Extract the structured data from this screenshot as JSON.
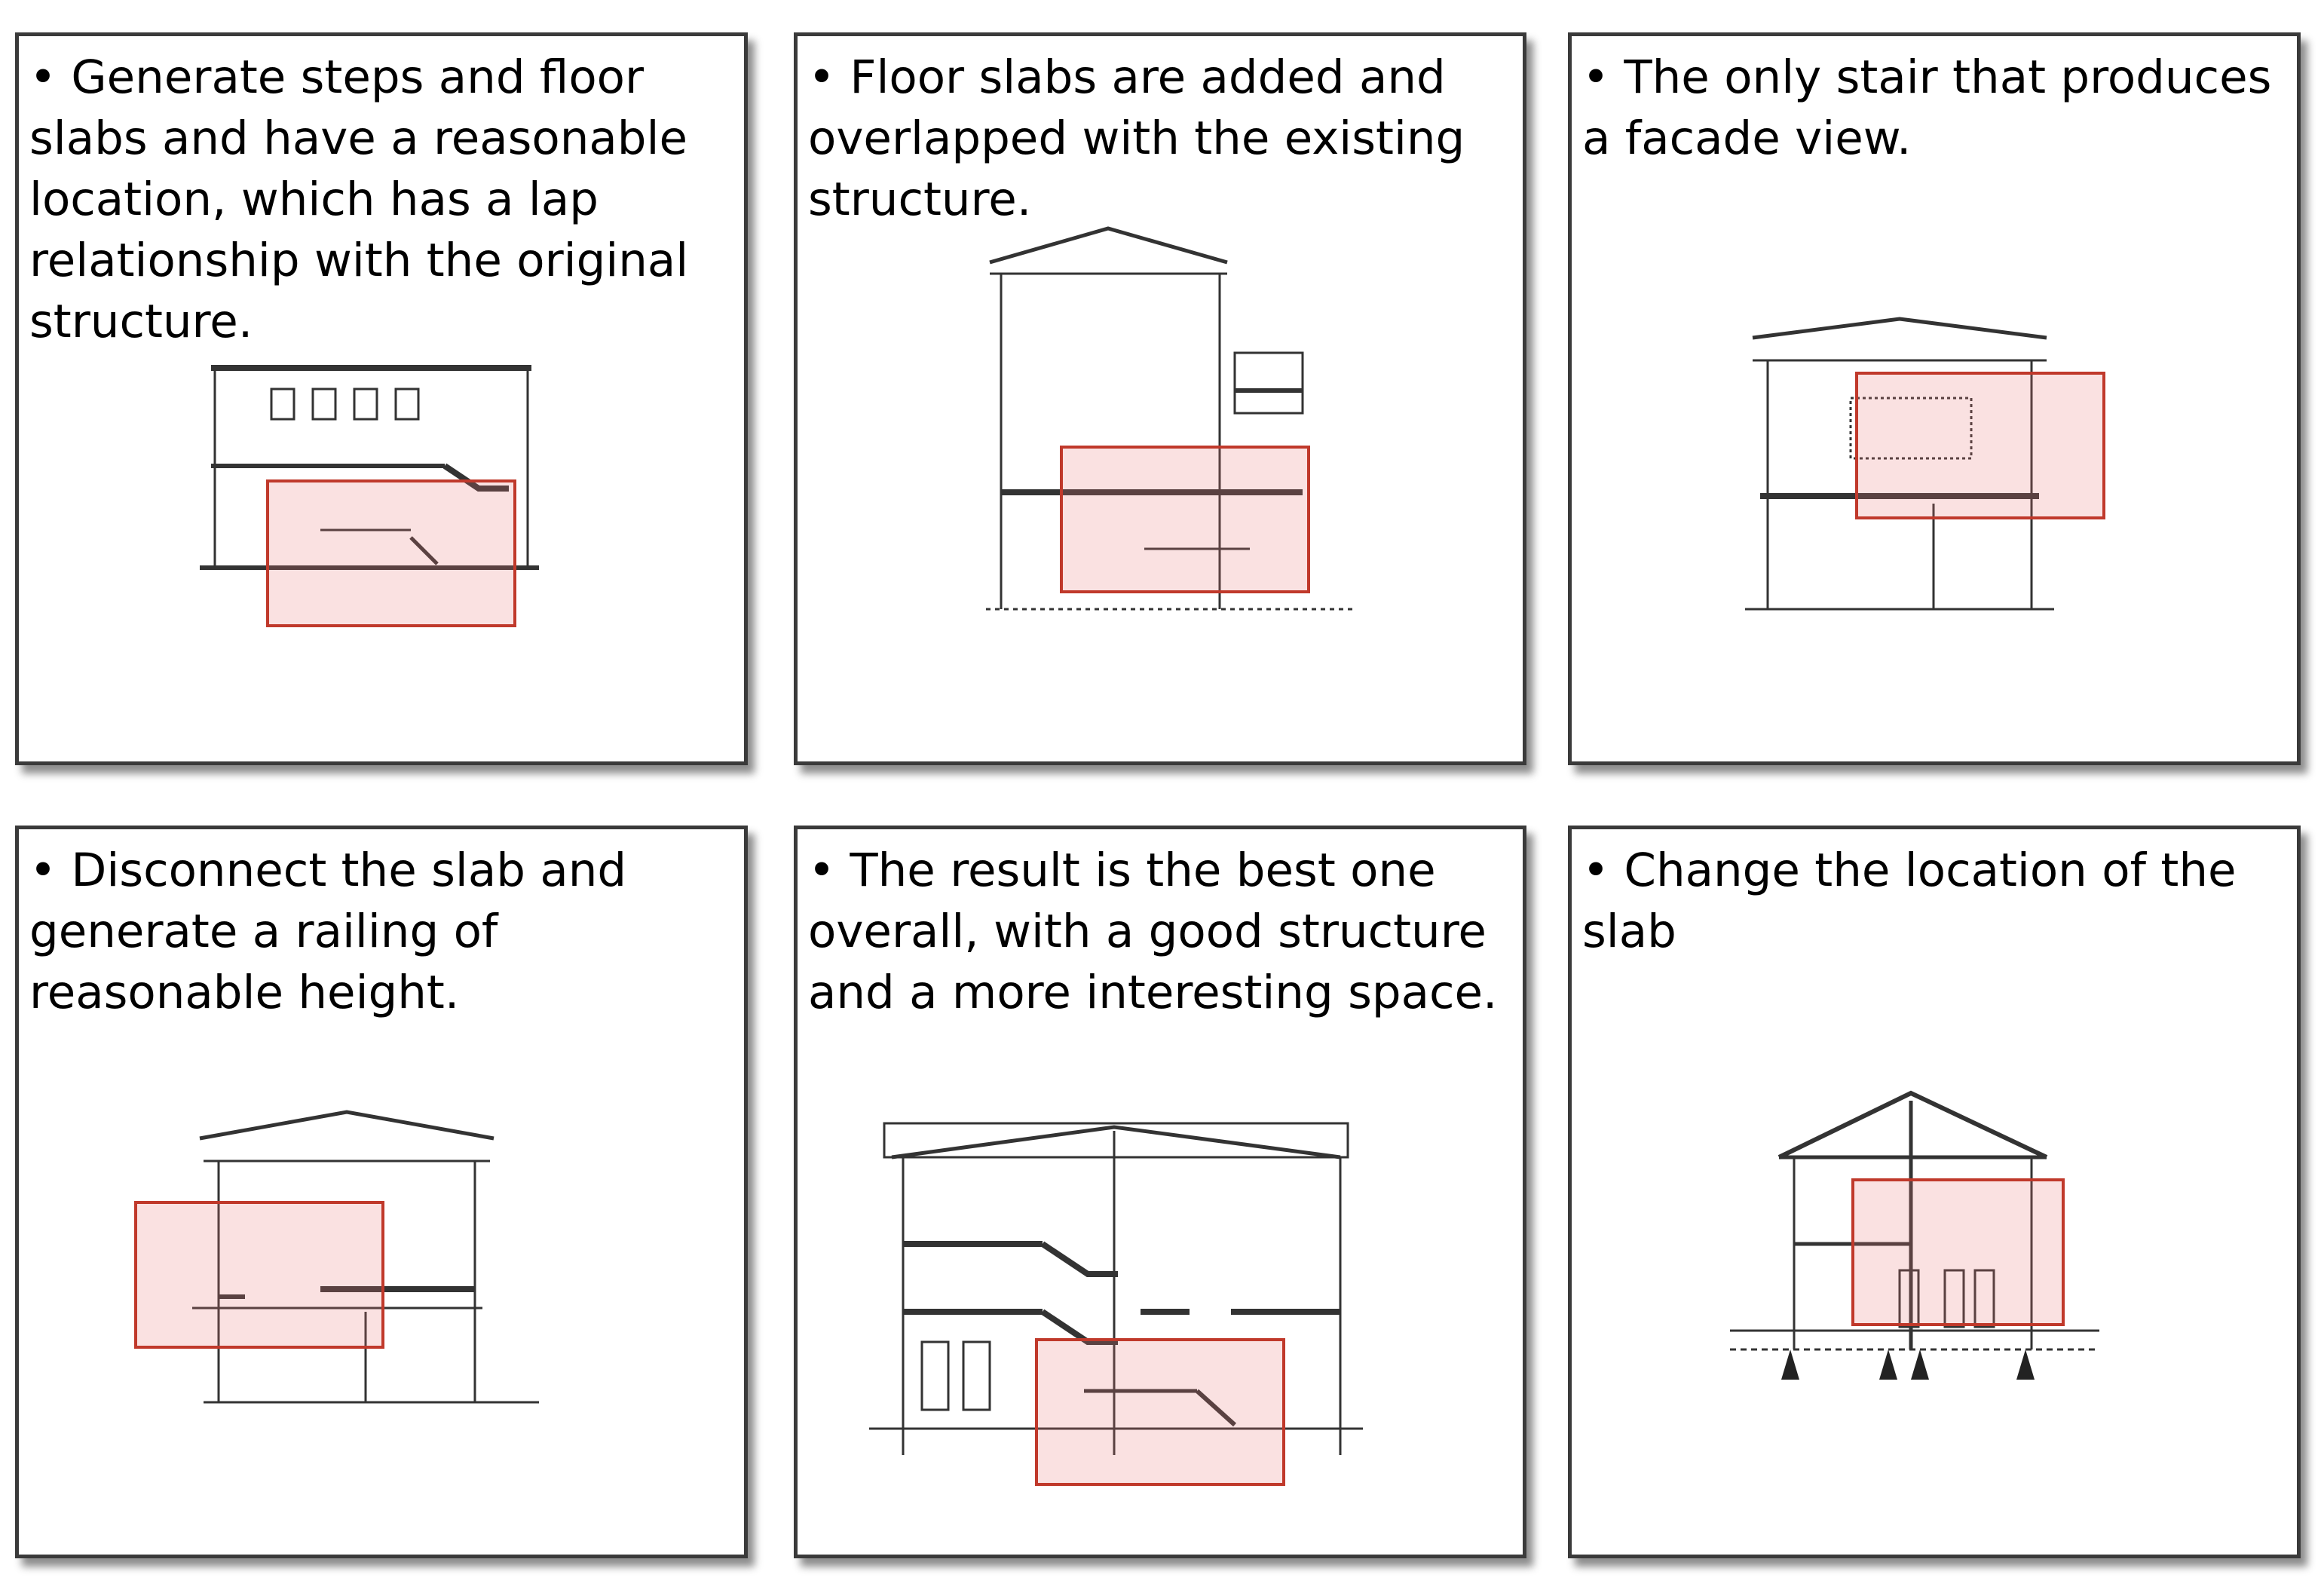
{
  "panels": [
    {
      "caption": "• Generate steps and floor slabs and have a reasonable location, which has a lap relationship with the original structure."
    },
    {
      "caption": "• Floor slabs are added and overlapped with the existing structure."
    },
    {
      "caption": "• The only stair that produces a facade view."
    },
    {
      "caption": "• Disconnect the slab and generate a railing of reasonable height."
    },
    {
      "caption": "• The result is the best one overall, with a good structure and a more interesting space."
    },
    {
      "caption": "• Change the location of the slab"
    }
  ],
  "colors": {
    "border": "#3a3a3a",
    "highlight_stroke": "#c0392b",
    "highlight_fill": "#f7dcdc"
  }
}
